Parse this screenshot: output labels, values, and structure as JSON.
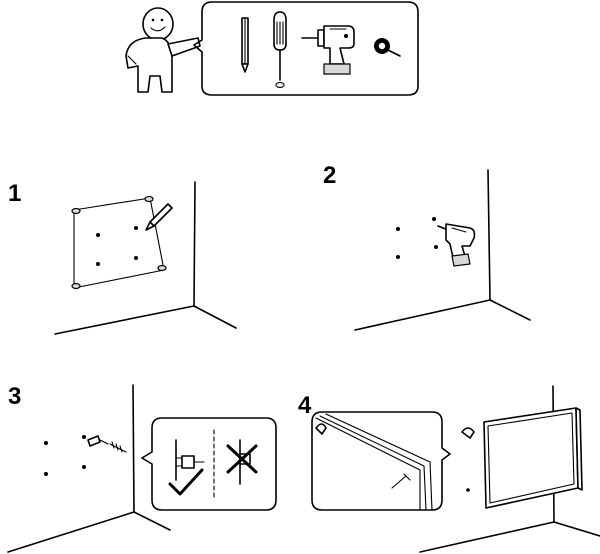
{
  "steps": [
    {
      "number": "1"
    },
    {
      "number": "2"
    },
    {
      "number": "3"
    },
    {
      "number": "4"
    }
  ],
  "tools": [
    "pencil-icon",
    "screwdriver-icon",
    "drill-icon",
    "tape-icon"
  ],
  "colors": {
    "ink": "#000000",
    "paper": "#ffffff",
    "shade": "#d9d9d9"
  }
}
